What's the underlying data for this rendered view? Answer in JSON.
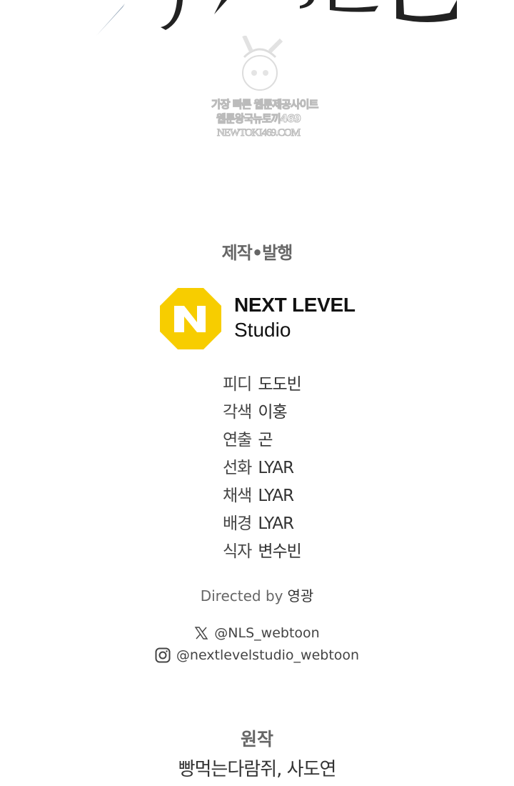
{
  "watermark": {
    "line1": "가장 빠른 웹툰제공사이트",
    "line2": "웹툰왕국뉴토끼469",
    "line3": "NEWTOKI469.COM"
  },
  "publisher": {
    "heading": "제작•발행",
    "logo_line1": "NEXT LEVEL",
    "logo_line2": "Studio",
    "brand_color": "#f7cd00"
  },
  "credits": [
    {
      "role": "피디",
      "name": "도도빈"
    },
    {
      "role": "각색",
      "name": "이홍"
    },
    {
      "role": "연출",
      "name": "곤"
    },
    {
      "role": "선화",
      "name": "LYAR"
    },
    {
      "role": "채색",
      "name": "LYAR"
    },
    {
      "role": "배경",
      "name": "LYAR"
    },
    {
      "role": "식자",
      "name": "변수빈"
    }
  ],
  "directed": {
    "label": "Directed by",
    "name": "영광"
  },
  "social": {
    "x_handle": "@NLS_webtoon",
    "instagram_handle": "@nextlevelstudio_webtoon"
  },
  "original": {
    "heading": "원작",
    "authors": "빵먹는다람쥐, 사도연"
  }
}
